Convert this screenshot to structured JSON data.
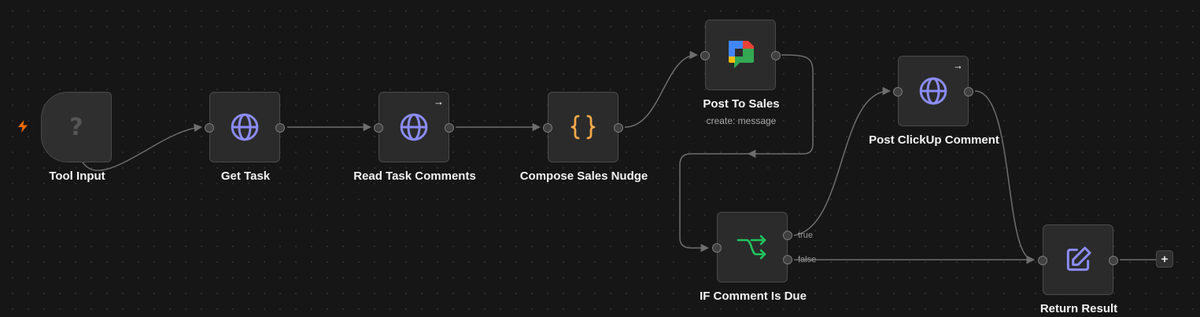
{
  "colors": {
    "canvas_bg": "#161616",
    "node_bg": "#2b2b2b",
    "edge": "#6e6e6e",
    "accent_globe": "#8b8cf7",
    "accent_code": "#f2a84b",
    "accent_if": "#22c55e",
    "trigger_bolt": "#ef6c00"
  },
  "nodes": [
    {
      "id": "tool_input",
      "name": "Tool Input",
      "icon": "question-mark-icon",
      "icon_text": "?",
      "type": "trigger"
    },
    {
      "id": "get_task",
      "name": "Get Task",
      "icon": "globe-icon"
    },
    {
      "id": "read_task_comments",
      "name": "Read Task Comments",
      "icon": "globe-icon",
      "badge": "arrow-right-icon"
    },
    {
      "id": "compose_sales_nudge",
      "name": "Compose Sales Nudge",
      "icon": "curly-braces-icon",
      "icon_text": "{ }"
    },
    {
      "id": "post_to_sales",
      "name": "Post To Sales",
      "subtitle": "create: message",
      "icon": "google-chat-icon"
    },
    {
      "id": "if_comment_is_due",
      "name": "IF Comment Is Due",
      "icon": "if-branch-icon",
      "outputs": [
        "true",
        "false"
      ]
    },
    {
      "id": "post_clickup_comment",
      "name": "Post ClickUp Comment",
      "icon": "globe-icon",
      "badge": "arrow-right-icon"
    },
    {
      "id": "return_result",
      "name": "Return Result",
      "icon": "edit-icon"
    }
  ],
  "add_button": {
    "label": "+"
  }
}
